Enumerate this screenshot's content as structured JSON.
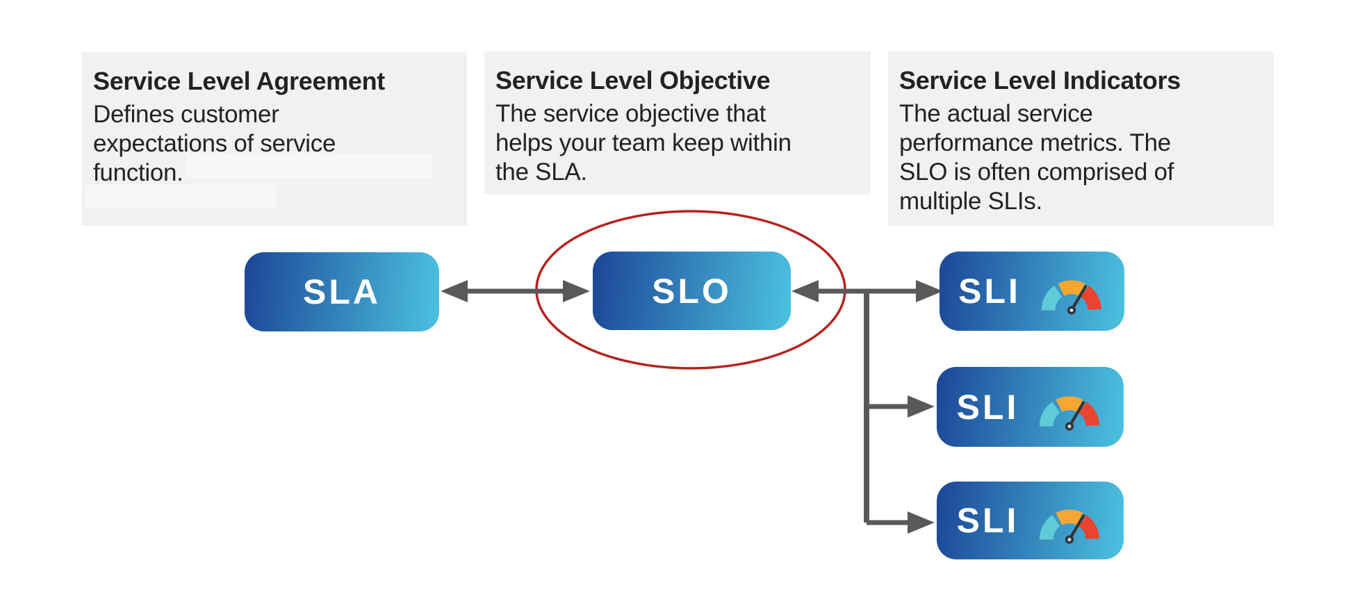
{
  "panels": [
    {
      "title": "Service Level Agreement",
      "body": "Defines customer\nexpectations of service\nfunction."
    },
    {
      "title": "Service Level Objective",
      "body": "The service objective that\nhelps your team keep within\nthe SLA."
    },
    {
      "title": "Service Level Indicators",
      "body": "The actual service\nperformance metrics. The\nSLO is often comprised of\nmultiple SLIs."
    }
  ],
  "nodes": {
    "sla": {
      "label": "SLA"
    },
    "slo": {
      "label": "SLO",
      "highlighted": true
    },
    "sli": [
      {
        "label": "SLI",
        "icon": "gauge-icon"
      },
      {
        "label": "SLI",
        "icon": "gauge-icon"
      },
      {
        "label": "SLI",
        "icon": "gauge-icon"
      }
    ]
  },
  "edges": [
    {
      "between": [
        "SLA",
        "SLO"
      ],
      "style": "double-headed-arrow"
    },
    {
      "between": [
        "SLO",
        "SLI-1"
      ],
      "style": "double-headed-branch"
    },
    {
      "between": [
        "SLO",
        "SLI-2"
      ],
      "style": "branch-arrow"
    },
    {
      "between": [
        "SLO",
        "SLI-3"
      ],
      "style": "branch-arrow"
    }
  ],
  "annotations": {
    "highlight": {
      "shape": "ellipse",
      "around": "SLO",
      "color": "#b5231c"
    }
  },
  "colors": {
    "panel_bg": "#f1f1f2",
    "redacted": "#f7f7f8",
    "text": "#232124",
    "arrow": "#58595b",
    "highlight_red": "#b5231c",
    "node_grad_start": "#1c4697",
    "node_grad_end": "#4cc2e0",
    "gauge_cyan": "#5fcbd6",
    "gauge_orange": "#f6a733",
    "gauge_red": "#ea4430",
    "gauge_needle": "#333338",
    "label_white": "#ffffff"
  }
}
